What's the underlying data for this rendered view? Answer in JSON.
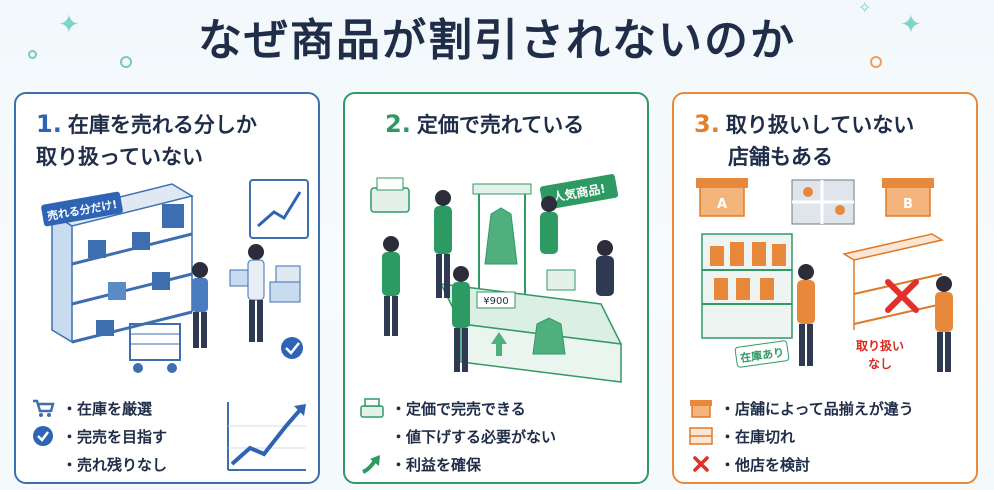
{
  "title": "なぜ商品が割引されないのか",
  "colors": {
    "blue": "#3d6fb0",
    "green": "#2f9a66",
    "orange": "#e8883a",
    "navy": "#1f2d48"
  },
  "cards": [
    {
      "number": "1.",
      "heading_line1": "在庫を売れる分しか",
      "heading_line2": "取り扱っていない",
      "sign": "売れる分だけ!",
      "items": [
        {
          "icon": "cart-icon",
          "label": "・在庫を厳選"
        },
        {
          "icon": "check-circle-icon",
          "label": "・完売を目指す"
        },
        {
          "icon": "",
          "label": "・売れ残りなし"
        }
      ]
    },
    {
      "number": "2.",
      "heading_line1": "定価で売れている",
      "heading_line2": "",
      "sign": "人気商品!",
      "price_tag": "¥900",
      "items": [
        {
          "icon": "cash-register-icon",
          "label": "・定価で完売できる"
        },
        {
          "icon": "",
          "label": "・値下げする必要がない"
        },
        {
          "icon": "growth-arrow-icon",
          "label": "・利益を確保"
        }
      ]
    },
    {
      "number": "3.",
      "heading_line1": "取り扱いしていない",
      "heading_line2": "店舗もある",
      "store_a": "A",
      "store_b": "B",
      "in_stock": "在庫あり",
      "not_carried_1": "取り扱い",
      "not_carried_2": "なし",
      "items": [
        {
          "icon": "store-icon",
          "label": "・店舗によって品揃えが違う"
        },
        {
          "icon": "empty-shelf-icon",
          "label": "・在庫切れ"
        },
        {
          "icon": "cross-icon",
          "label": "・他店を検討"
        }
      ]
    }
  ]
}
